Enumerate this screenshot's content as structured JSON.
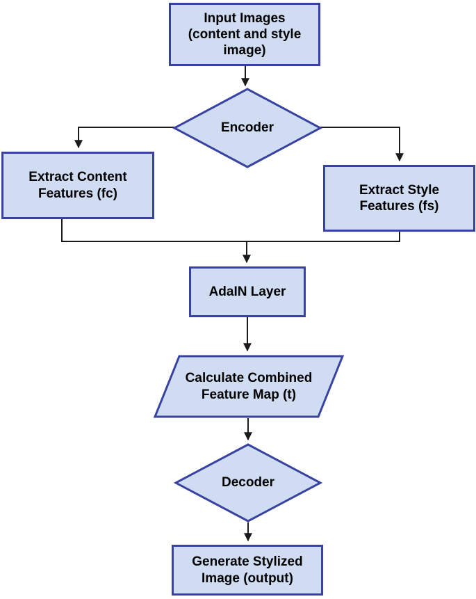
{
  "diagram": {
    "type": "flowchart",
    "background_color": "#ffffff",
    "node_fill_color": "#cfdcf2",
    "node_border_color": "#3742a1",
    "arrow_color": "#1a1a1a",
    "text_color": "#000000",
    "nodes": [
      {
        "id": "input_images",
        "shape": "rectangle",
        "label": "Input Images\n(content and style\nimage)"
      },
      {
        "id": "encoder",
        "shape": "diamond",
        "label": "Encoder"
      },
      {
        "id": "extract_content",
        "shape": "rectangle",
        "label": "Extract Content\nFeatures (fc)"
      },
      {
        "id": "extract_style",
        "shape": "rectangle",
        "label": "Extract Style\nFeatures (fs)"
      },
      {
        "id": "adain_layer",
        "shape": "rectangle",
        "label": "AdaIN Layer"
      },
      {
        "id": "combined_map",
        "shape": "parallelogram",
        "label": "Calculate Combined\nFeature Map (t)"
      },
      {
        "id": "decoder",
        "shape": "diamond",
        "label": "Decoder"
      },
      {
        "id": "output_image",
        "shape": "rectangle",
        "label": "Generate Stylized\nImage (output)"
      }
    ],
    "edges": [
      {
        "from": "input_images",
        "to": "encoder"
      },
      {
        "from": "encoder",
        "to": "extract_content"
      },
      {
        "from": "encoder",
        "to": "extract_style"
      },
      {
        "from": "extract_content",
        "to": "adain_layer"
      },
      {
        "from": "extract_style",
        "to": "adain_layer"
      },
      {
        "from": "adain_layer",
        "to": "combined_map"
      },
      {
        "from": "combined_map",
        "to": "decoder"
      },
      {
        "from": "decoder",
        "to": "output_image"
      }
    ]
  }
}
